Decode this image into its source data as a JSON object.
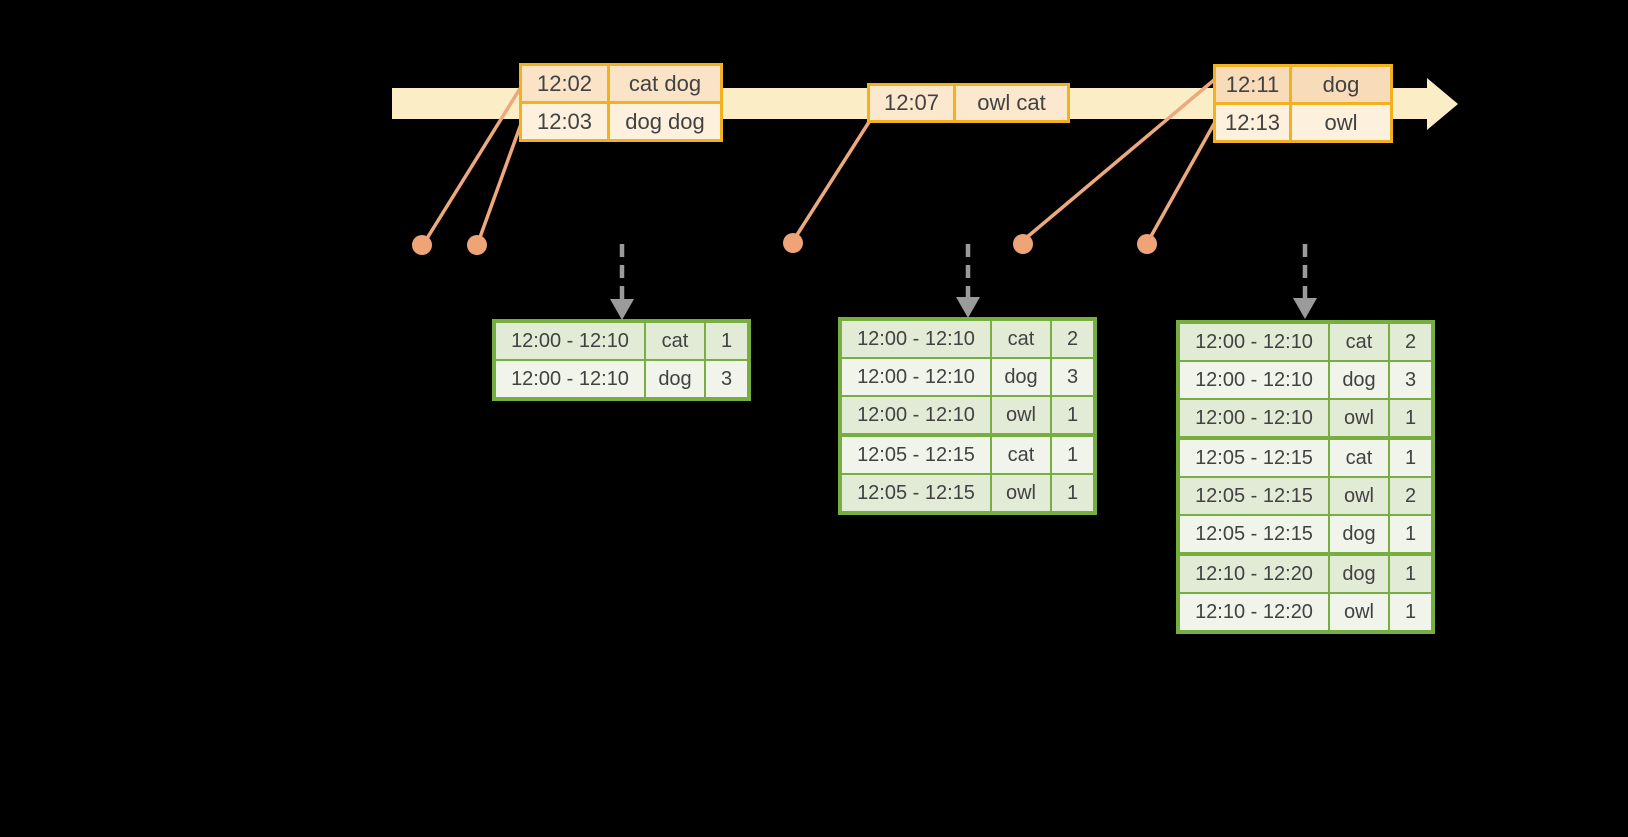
{
  "diagram": {
    "description": "Streaming windowed word-count aggregation over an event timeline",
    "colors": {
      "background": "#000000",
      "timeline_band": "#FBEDC5",
      "event_border": "#F2B220",
      "event_fill_dark": "#FAE3C6",
      "event_fill_light": "#FDF1DE",
      "event_fill_mid": "#FBE8CE",
      "event_fill_deep": "#F8DBB8",
      "connector_salmon": "#EEA87D",
      "trigger_arrow_gray": "#9B9B9B",
      "result_border_green": "#76AE3F",
      "result_fill_dark": "#E2EBD5",
      "result_fill_light": "#F0F4EB",
      "text": "#424242"
    }
  },
  "events": [
    {
      "rows": [
        {
          "time": "12:02",
          "words": "cat dog"
        },
        {
          "time": "12:03",
          "words": "dog dog"
        }
      ]
    },
    {
      "rows": [
        {
          "time": "12:07",
          "words": "owl cat"
        }
      ]
    },
    {
      "rows": [
        {
          "time": "12:11",
          "words": "dog"
        },
        {
          "time": "12:13",
          "words": "owl"
        }
      ]
    }
  ],
  "result_tables": [
    {
      "rows": [
        {
          "window": "12:00 - 12:10",
          "word": "cat",
          "count": "1"
        },
        {
          "window": "12:00 - 12:10",
          "word": "dog",
          "count": "3"
        }
      ]
    },
    {
      "rows": [
        {
          "window": "12:00 - 12:10",
          "word": "cat",
          "count": "2"
        },
        {
          "window": "12:00 - 12:10",
          "word": "dog",
          "count": "3"
        },
        {
          "window": "12:00 - 12:10",
          "word": "owl",
          "count": "1"
        },
        {
          "window": "12:05 - 12:15",
          "word": "cat",
          "count": "1"
        },
        {
          "window": "12:05 - 12:15",
          "word": "owl",
          "count": "1"
        }
      ]
    },
    {
      "rows": [
        {
          "window": "12:00 - 12:10",
          "word": "cat",
          "count": "2"
        },
        {
          "window": "12:00 - 12:10",
          "word": "dog",
          "count": "3"
        },
        {
          "window": "12:00 - 12:10",
          "word": "owl",
          "count": "1"
        },
        {
          "window": "12:05 - 12:15",
          "word": "cat",
          "count": "1"
        },
        {
          "window": "12:05 - 12:15",
          "word": "owl",
          "count": "2"
        },
        {
          "window": "12:05 - 12:15",
          "word": "dog",
          "count": "1"
        },
        {
          "window": "12:10 - 12:20",
          "word": "dog",
          "count": "1"
        },
        {
          "window": "12:10 - 12:20",
          "word": "owl",
          "count": "1"
        }
      ]
    }
  ]
}
